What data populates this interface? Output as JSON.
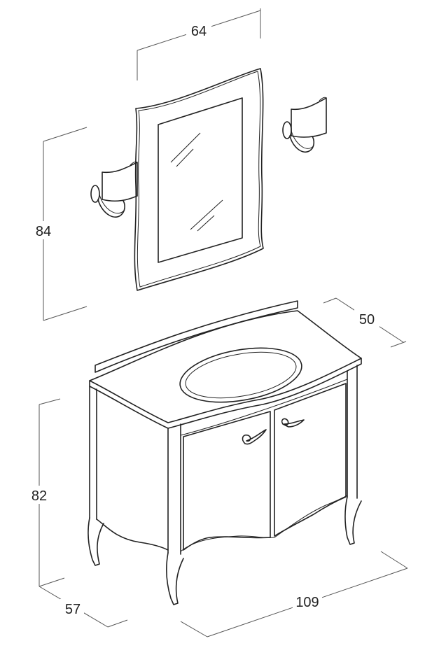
{
  "dimensions": {
    "mirror_width": "64",
    "mirror_height": "84",
    "top_depth": "50",
    "cabinet_height": "82",
    "cabinet_depth": "57",
    "cabinet_width": "109"
  }
}
